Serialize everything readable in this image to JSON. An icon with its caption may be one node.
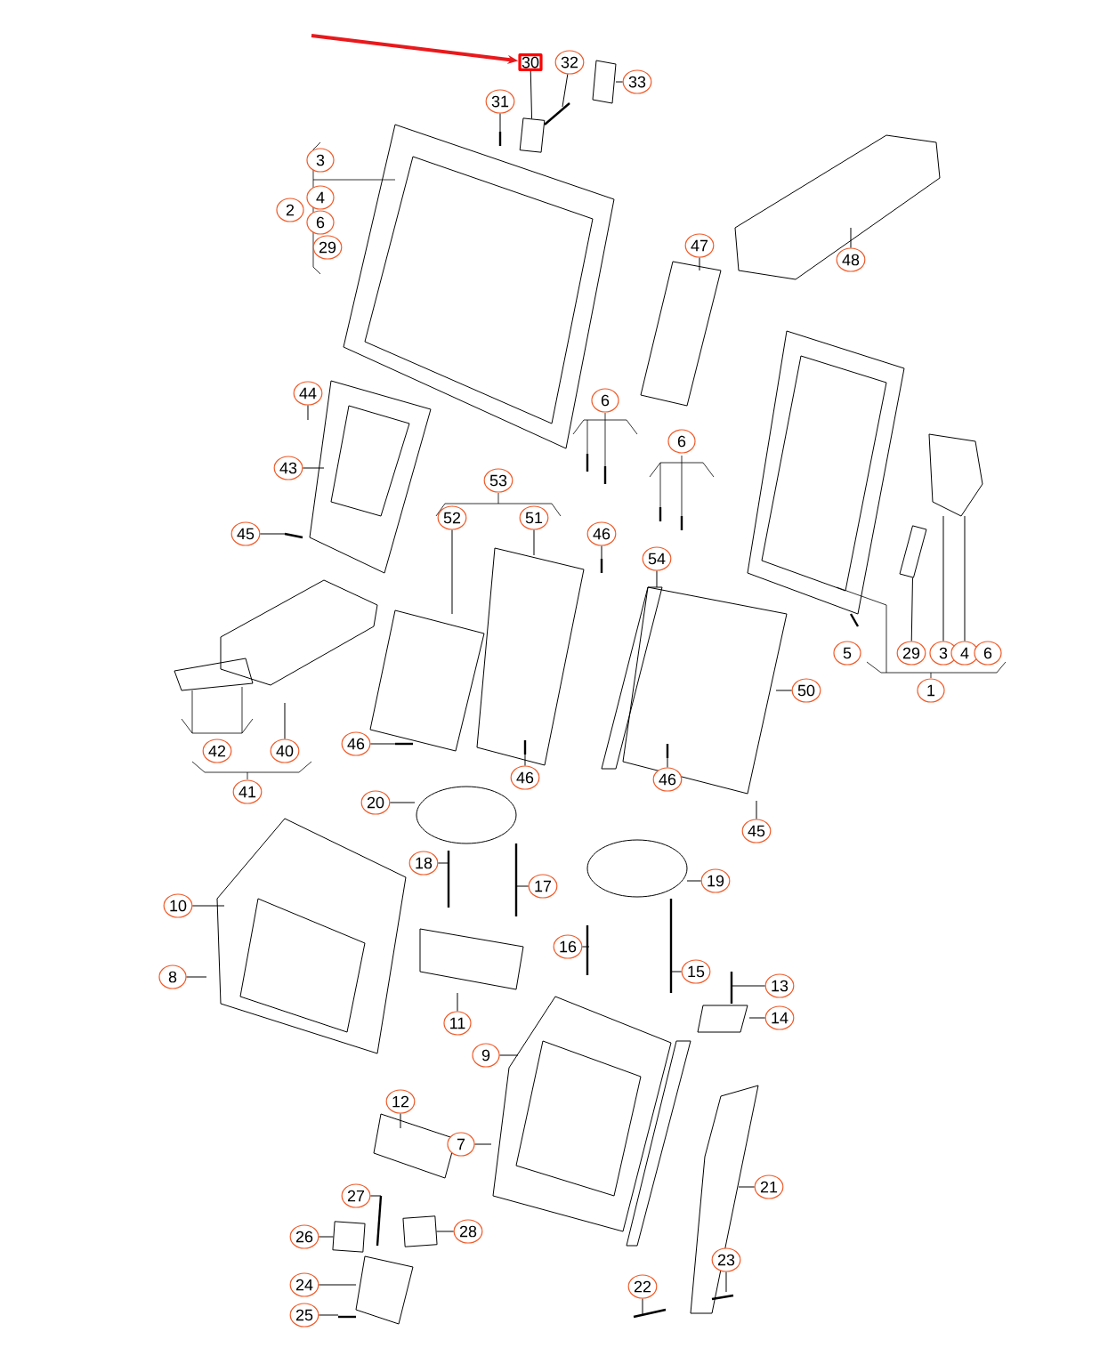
{
  "diagram": {
    "nodes": [
      {
        "text": [
          "30"
        ]
      },
      {
        "text": [
          "32"
        ]
      },
      {
        "text": [
          "33"
        ]
      },
      {
        "text": [
          "31"
        ]
      },
      {
        "text": [
          "3"
        ]
      },
      {
        "text": [
          "2"
        ]
      },
      {
        "text": [
          "4"
        ]
      },
      {
        "text": [
          "6"
        ]
      },
      {
        "text": [
          "29"
        ]
      },
      {
        "text": [
          "48"
        ]
      },
      {
        "text": [
          "47"
        ]
      },
      {
        "text": [
          "44"
        ]
      },
      {
        "text": [
          "6"
        ]
      },
      {
        "text": [
          "6"
        ]
      },
      {
        "text": [
          "43"
        ]
      },
      {
        "text": [
          "53"
        ]
      },
      {
        "text": [
          "52"
        ]
      },
      {
        "text": [
          "51"
        ]
      },
      {
        "text": [
          "45"
        ]
      },
      {
        "text": [
          "46"
        ]
      },
      {
        "text": [
          "54"
        ]
      },
      {
        "text": [
          "5"
        ]
      },
      {
        "text": [
          "29"
        ]
      },
      {
        "text": [
          "3"
        ]
      },
      {
        "text": [
          "4"
        ]
      },
      {
        "text": [
          "6"
        ]
      },
      {
        "text": [
          "1"
        ]
      },
      {
        "text": [
          "50"
        ]
      },
      {
        "text": [
          "42"
        ]
      },
      {
        "text": [
          "40"
        ]
      },
      {
        "text": [
          "46"
        ]
      },
      {
        "text": [
          "46"
        ]
      },
      {
        "text": [
          "46"
        ]
      },
      {
        "text": [
          "41"
        ]
      },
      {
        "text": [
          "20"
        ]
      },
      {
        "text": [
          "45"
        ]
      },
      {
        "text": [
          "18"
        ]
      },
      {
        "text": [
          "19"
        ]
      },
      {
        "text": [
          "17"
        ]
      },
      {
        "text": [
          "10"
        ]
      },
      {
        "text": [
          "16"
        ]
      },
      {
        "text": [
          "15"
        ]
      },
      {
        "text": [
          "13"
        ]
      },
      {
        "text": [
          "8"
        ]
      },
      {
        "text": [
          "14"
        ]
      },
      {
        "text": [
          "11"
        ]
      },
      {
        "text": [
          "9"
        ]
      },
      {
        "text": [
          "12"
        ]
      },
      {
        "text": [
          "7"
        ]
      },
      {
        "text": [
          "21"
        ]
      },
      {
        "text": [
          "27"
        ]
      },
      {
        "text": [
          "28"
        ]
      },
      {
        "text": [
          "26"
        ]
      },
      {
        "text": [
          "22"
        ]
      },
      {
        "text": [
          "23"
        ]
      },
      {
        "text": [
          "24"
        ]
      },
      {
        "text": [
          "25"
        ]
      },
      {
        "text": [],
        "shape": "box"
      },
      {
        "text": [],
        "shape": "box"
      },
      {
        "text": [],
        "shape": "box"
      },
      {
        "text": [],
        "shape": "box"
      }
    ],
    "edges": [
      {
        "from": null,
        "to": 0,
        "arrow": "to",
        "style": "thick",
        "color": "#e8191c"
      },
      {
        "from": 0,
        "to": 57,
        "arrow": "none"
      },
      {
        "from": 1,
        "to": null,
        "arrow": "none"
      },
      {
        "from": 2,
        "to": null,
        "arrow": "none"
      },
      {
        "from": 3,
        "to": null,
        "arrow": "none"
      },
      {
        "from": 9,
        "to": null,
        "arrow": "none"
      },
      {
        "from": 10,
        "to": null,
        "arrow": "none"
      },
      {
        "from": 11,
        "to": null,
        "arrow": "none"
      },
      {
        "from": 14,
        "to": null,
        "arrow": "none"
      },
      {
        "from": 16,
        "to": null,
        "arrow": "none"
      },
      {
        "from": 17,
        "to": null,
        "arrow": "none"
      },
      {
        "from": 18,
        "to": null,
        "arrow": "none"
      },
      {
        "from": 19,
        "to": null,
        "arrow": "none"
      },
      {
        "from": 20,
        "to": null,
        "arrow": "none"
      },
      {
        "from": 22,
        "to": 58,
        "arrow": "none"
      },
      {
        "from": 23,
        "to": null,
        "arrow": "none"
      },
      {
        "from": 24,
        "to": null,
        "arrow": "none"
      },
      {
        "from": 27,
        "to": null,
        "arrow": "none"
      },
      {
        "from": 29,
        "to": null,
        "arrow": "none"
      },
      {
        "from": 30,
        "to": null,
        "arrow": "none"
      },
      {
        "from": 31,
        "to": null,
        "arrow": "none"
      },
      {
        "from": 32,
        "to": null,
        "arrow": "none"
      },
      {
        "from": 34,
        "to": null,
        "arrow": "none"
      },
      {
        "from": 35,
        "to": null,
        "arrow": "none"
      },
      {
        "from": 36,
        "to": null,
        "arrow": "none"
      },
      {
        "from": 37,
        "to": null,
        "arrow": "none"
      },
      {
        "from": 38,
        "to": null,
        "arrow": "none"
      },
      {
        "from": 39,
        "to": null,
        "arrow": "none"
      },
      {
        "from": 40,
        "to": null,
        "arrow": "none"
      },
      {
        "from": 41,
        "to": null,
        "arrow": "none"
      },
      {
        "from": 42,
        "to": null,
        "arrow": "none"
      },
      {
        "from": 43,
        "to": null,
        "arrow": "none"
      },
      {
        "from": 44,
        "to": null,
        "arrow": "none"
      },
      {
        "from": 45,
        "to": null,
        "arrow": "none"
      },
      {
        "from": 46,
        "to": null,
        "arrow": "none"
      },
      {
        "from": 47,
        "to": null,
        "arrow": "none"
      },
      {
        "from": 48,
        "to": null,
        "arrow": "none"
      },
      {
        "from": 49,
        "to": null,
        "arrow": "none"
      },
      {
        "from": 50,
        "to": null,
        "arrow": "none"
      },
      {
        "from": 51,
        "to": 59,
        "arrow": "none"
      },
      {
        "from": 52,
        "to": 60,
        "arrow": "none"
      },
      {
        "from": 53,
        "to": null,
        "arrow": "none"
      },
      {
        "from": 54,
        "to": null,
        "arrow": "none"
      },
      {
        "from": 55,
        "to": null,
        "arrow": "none"
      },
      {
        "from": 56,
        "to": null,
        "arrow": "none"
      }
    ]
  }
}
